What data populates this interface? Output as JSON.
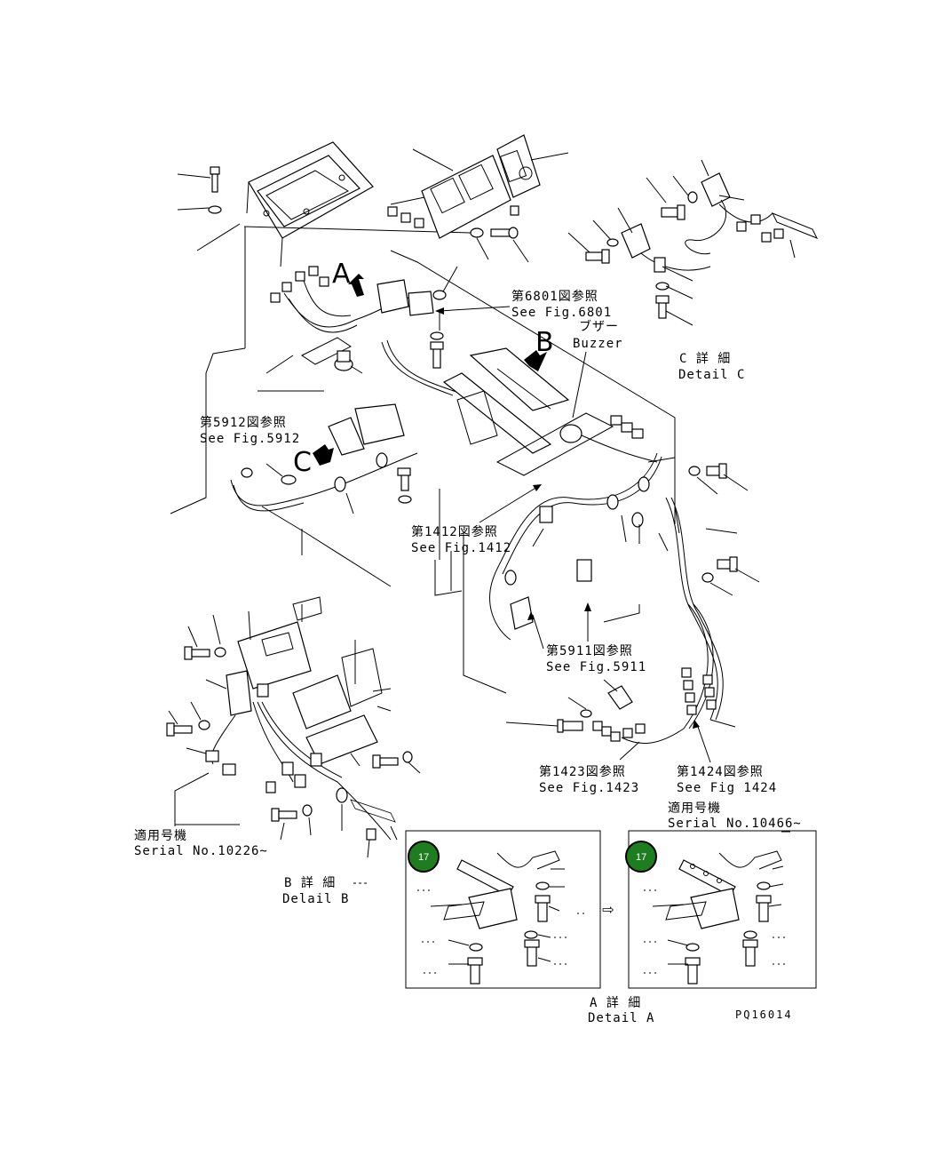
{
  "labels": {
    "a": "A",
    "b": "B",
    "c": "C",
    "ref_6801_jp": "第6801図参照",
    "ref_6801_en": "See Fig.6801",
    "buzzer_jp": "ブザー",
    "buzzer_en": "Buzzer",
    "detail_c_jp": "C 詳 細",
    "detail_c_en": "Detail C",
    "ref_5912_jp": "第5912図参照",
    "ref_5912_en": "See Fig.5912",
    "ref_1412_jp": "第1412図参照",
    "ref_1412_en": "See Fig.1412",
    "ref_5911_jp": "第5911図参照",
    "ref_5911_en": "See Fig.5911",
    "ref_1423_jp": "第1423図参照",
    "ref_1423_en": "See Fig.1423",
    "ref_1424_jp": "第1424図参照",
    "ref_1424_en": "See Fig 1424",
    "serial_new_jp": "適用号機",
    "serial_new_en": "Serial No.10466~",
    "serial_old_jp": "適用号機",
    "serial_old_en": "Serial No.10226~",
    "detail_b_jp": "B 詳 細",
    "detail_b_en": "Delail B",
    "detail_a_jp": "A 詳 細",
    "detail_a_en": "Detail A",
    "drawing_id": "PQ16014"
  },
  "callouts": [
    {
      "label": "17",
      "color": "#1e7d1e"
    },
    {
      "label": "17",
      "color": "#1e7d1e"
    }
  ],
  "arrow_glyph": "⇨"
}
